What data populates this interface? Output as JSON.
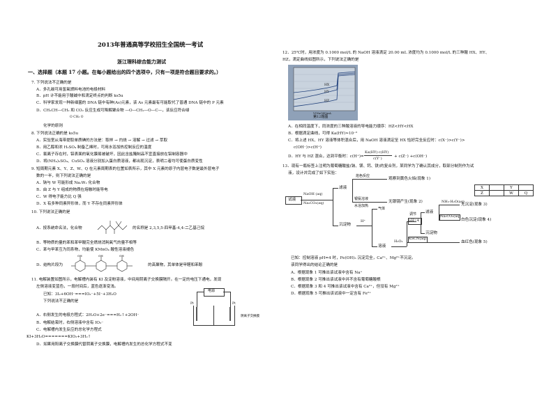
{
  "title": "2013年普通高等学校招生全国统一考试",
  "subtitle": "浙江理科综合能力测试",
  "section": "一、选择题（本题 17 小题。在每小题给出的四个选项中，只有一项是符合题目要求的。）",
  "q7": {
    "stem": "7. 下列说法不正确的是",
    "a": "A．多孔碳可用氢氧燃料电池的电极材料",
    "b": "B．pH 计不能用于酸碱中和滴定终点的判断 ks5u",
    "c": "C．科学家发现一种新细菌的 DNA 链中有砷(As)元素，该 As 元素最有可能取代了普通 DNA 链中的 P 元素",
    "d": "D．CH₂CH—CH₂ 和 CO₂ 反应生成可降解聚合物 —O—CH₂—O—C—，该反应符合绿",
    "d2": "化学的原则",
    "d_sub": "O    CH₃           O"
  },
  "q8": {
    "stem": "8. 下列说法正确的是 ks5u",
    "a": "A．实验室从海带提取单质碘的方法是：取样 → 灼烧 → 溶解 → 过滤 → 萃取",
    "b": "B．用乙醇和浓 H₂SO₄ 制备乙烯时，可用水浴加热控制反应的温度",
    "c": "C．氯离子存在时，铝表面的氧化膜易被破坏，因此含盐腌制品不宜直接放在铝制容器中",
    "d": "D．将(NH₄)₂SO₄、CuSO₄ 溶液分别加入蛋白质溶液，都出现沉淀，表明二者均可使蛋白质变性"
  },
  "q9": {
    "stem": "9. 短周期元素 X、Y、Z、W、Q 在元素周期表的位置如表所示，其中 X 元素的原子内层电子数是最外层电子",
    "stem2": "数的一半，则下列说法正确的是",
    "a": "A．钠与 W 可能形成 Na₂W₂ 化合物",
    "b": "B．由 Z 与 Y 组成的物质在熔融时能导电",
    "c": "C．W 得电子能力比 Q 强",
    "d": "D．X 有多种同素异形体，而 Y 不存在同素异形体"
  },
  "q10": {
    "stem": "10. 下列说法正确的是",
    "a": "A．按系统命名法，化合物",
    "a2": "的名称是 2,3,5,5-四甲基-4,4-二乙基己烷",
    "b": "B．等物质的量的苯和苯甲酸完全燃烧消耗氧气的量不相等",
    "c": "C．苯与甲苯互为同系物，均能使 KMnO₄ 酸性溶液褪色",
    "d": "D．结构片段为",
    "d2": "的高聚物，其单体是甲醛和苯酚"
  },
  "q11": {
    "stem": "11.   电解装置如图所示，电解槽内装有 KI 及淀粉溶液，中间用阴离子交换膜隔开。在一定的电压下通电，发现",
    "stem2": "左侧溶液变蓝色，一段时间后，蓝色逐渐变浅。",
    "stem3": "已知：3I₂+6OH⁻===IO₃⁻+5I⁻+3H₂O",
    "stem4": "下列说法不正确的是",
    "a": "A．右侧发生的电极方程式：2H₂O+2e⁻===H₂↑+2OH⁻",
    "b": "B．电解结束时，右侧溶液中含有 IO₃⁻",
    "c": "C．电解槽内发生反应的总化学方程式",
    "c2": "KI+3H₂O=======KIO₃+3H₂↑",
    "d": "D．如果用阳离子交换膜代替阴离子交换膜，电解槽内发生的总化学方程式不变",
    "power": "电源",
    "pt": "Pt",
    "membrane": "阴离子交换膜"
  },
  "q12": {
    "stem": "12．25℃时，用浓度为 0.1000 mol/L 的 NaOH 溶液滴定 20.00 mL 浓度均为 0.1000 mol/L 的三种酸 HX、HY、",
    "stem2": "HZ，滴定曲线如图所示，下列说法正确的是",
    "fig_label": "第12题图",
    "curve_labels": [
      "HX",
      "HY",
      "HZ"
    ],
    "xaxis": "V(NaOH)/mL",
    "a": "A．在相同温度下，同浓度的三种酸溶液的导电能力顺序：HZ<HY<HX",
    "b": "B．根据滴定曲线，可得 Ka(HY)≈10⁻⁵",
    "c": "C．将上述 HX、HY 溶液等体积混合后，用 NaOH 溶液滴定至 HX 恰好完全反应时：c(X⁻)>c(Y⁻)>",
    "c2": "c(OH⁻)>c(H⁺)",
    "d": "D．HY 与 HZ 混合，达到平衡时：c(H⁺)=",
    "d2": "+ c(Z⁻) +c(OH⁻)",
    "d_frac_num": "Ka(HY)·c(HY)",
    "d_frac_den": "c(Y⁻)"
  },
  "q13": {
    "stem": "13．现有一瓶标签上注明为葡萄糖酸盐(钠、镁、钙、铁)的复合剂，某同学为了确认其成分，取部分制剂作为试",
    "stem2": "液，设计并完成了如下实验：",
    "flow": {
      "sample": "试液",
      "reagent1": "NaOH (aq)",
      "reagent2": "Na₂CO₃(aq)",
      "filtrate": "滤液",
      "flame": "焰色反应",
      "obs1": "观察到黄色火焰(现象 1)",
      "ag": "银氨溶液",
      "water_bath": "水浴加热",
      "obs2": "无银镜产生(现象 2)",
      "precipitate": "沉淀物",
      "gas": "气体",
      "h_plus": "H⁺",
      "solution": "溶液",
      "adjust": "调节",
      "ph": "pH=4",
      "filtrate2": "滤液",
      "nh3": "NH₃·H₂O(aq)",
      "obs3": "无沉淀(现象 3)",
      "na2co3": "Na₂CO₃(aq)",
      "obs4": "白色沉淀(现象 4)",
      "h2o2": "H₂O₂",
      "precipitate2": "沉淀物",
      "kscn": "KSCN(aq)",
      "obs5": "血红色(现象 5)"
    },
    "note": "已知：控制溶液 pH=4 时，Fe(OH)₃ 沉淀完全，Ca²⁺、Mg²⁺不沉淀。",
    "stem3": "该同学得出的结论正确的是",
    "a": "A．根据现象 1 可推出该试液中含有 Na⁺",
    "b": "B．根据现象 2 可推出该试液中并不含有葡萄糖酸根",
    "c": "C．根据现象 3 和 4 可推出该试液中含有 Ca²⁺，但没有 Mg²⁺",
    "d": "D．根据现象 5 可推出该试液中一定含有 Fe²⁺"
  },
  "table": {
    "row1": [
      "X",
      "",
      "Y",
      ""
    ],
    "row2": [
      "Z",
      "",
      "W",
      "Q"
    ]
  }
}
